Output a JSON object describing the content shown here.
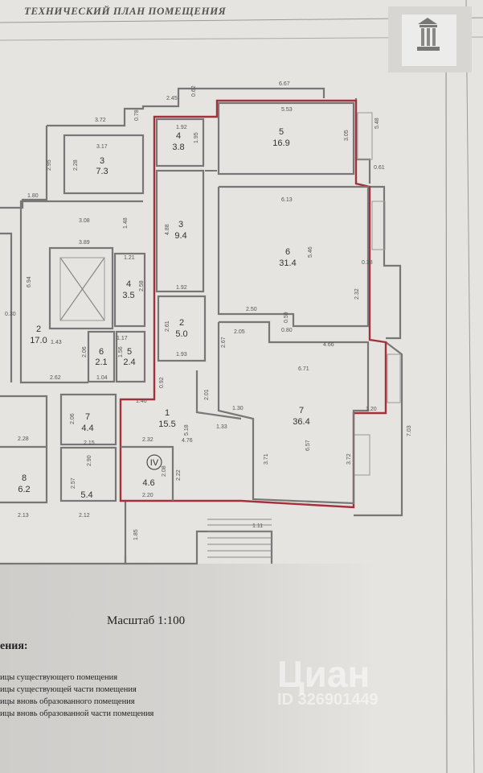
{
  "header": {
    "title": "ТЕХНИЧЕСКИЙ ПЛАН ПОМЕЩЕНИЯ",
    "logo_icon": "building-columns-icon"
  },
  "rooms": [
    {
      "num": "3",
      "area": "7.3"
    },
    {
      "num": "2",
      "area": "17.0"
    },
    {
      "num": "4",
      "area": "3.5"
    },
    {
      "num": "6",
      "area": "2.1"
    },
    {
      "num": "5",
      "area": "2.4"
    },
    {
      "num": "7",
      "area": "4.4"
    },
    {
      "num": "8",
      "area": "6.2"
    },
    {
      "num": "",
      "area": "5.4"
    },
    {
      "num": "4",
      "area": "3.8"
    },
    {
      "num": "5",
      "area": "16.9"
    },
    {
      "num": "3",
      "area": "9.4"
    },
    {
      "num": "6",
      "area": "31.4"
    },
    {
      "num": "2",
      "area": "5.0"
    },
    {
      "num": "1",
      "area": "15.5"
    },
    {
      "num": "7",
      "area": "36.4"
    },
    {
      "num": "IV",
      "area": "4.6"
    }
  ],
  "dims": [
    "6.67",
    "2.45",
    "0.62",
    "0.78",
    "3.72",
    "5.53",
    "1.92",
    "1.95",
    "3.05",
    "5.48",
    "0.61",
    "3.17",
    "2.28",
    "2.95",
    "1.80",
    "6.13",
    "3.08",
    "1.48",
    "3.89",
    "4.88",
    "5.46",
    "0.38",
    "1.21",
    "2.58",
    "1.92",
    "2.32",
    "2.50",
    "0.59",
    "6.94",
    "0.30",
    "2.05",
    "0.80",
    "4.66",
    "2.61",
    "2.67",
    "1.43",
    "1.17",
    "2.06",
    "1.56",
    "6.71",
    "1.93",
    "2.62",
    "1.04",
    "0.92",
    "2.01",
    "1.40",
    "1.30",
    "1.20",
    "2.06",
    "5.18",
    "1.33",
    "2.15",
    "4.76",
    "6.57",
    "2.32",
    "2.28",
    "2.90",
    "3.71",
    "3.72",
    "2.08",
    "2.22",
    "2.57",
    "2.20",
    "2.13",
    "2.12",
    "1.85",
    "7.03",
    "1.11"
  ],
  "footer": {
    "scale": "Масштаб 1:100",
    "legend_title": "ения:",
    "legend": [
      "ицы существующего помещения",
      "ицы существующей части помещения",
      "ицы вновь образованного помещения",
      "ицы вновь образованной части помещения"
    ]
  },
  "watermark": {
    "brand": "Циан",
    "id": "ID 326901449"
  }
}
